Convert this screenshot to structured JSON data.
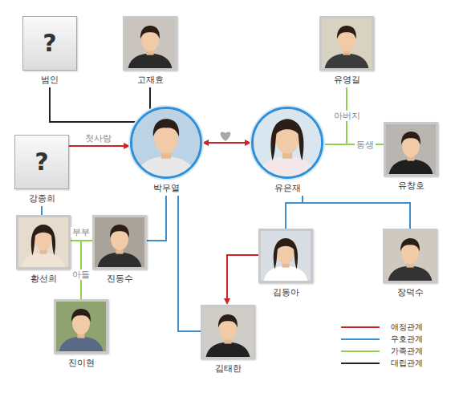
{
  "diagram": {
    "nodes": [
      {
        "text": [
          "?",
          "범인"
        ]
      },
      {
        "text": [
          "고재효"
        ]
      },
      {
        "text": [
          "유영길"
        ]
      },
      {
        "text": [
          "?",
          "강종희"
        ]
      },
      {
        "text": [
          "박무열"
        ]
      },
      {
        "text": [
          "유은재"
        ]
      },
      {
        "text": [
          "유창호"
        ]
      },
      {
        "text": [
          "황선희"
        ]
      },
      {
        "text": [
          "진동수"
        ]
      },
      {
        "text": [
          "김동아"
        ]
      },
      {
        "text": [
          "장덕수"
        ]
      },
      {
        "text": [
          "진이현"
        ]
      },
      {
        "text": [
          "김태한"
        ]
      }
    ],
    "edges": [
      {
        "from": 0,
        "to": 4,
        "arrow": "none"
      },
      {
        "from": 1,
        "to": 4,
        "arrow": "none"
      },
      {
        "from": 3,
        "to": 4,
        "label": "첫사랑",
        "arrow": "to"
      },
      {
        "from": 4,
        "to": 5,
        "arrow": "both"
      },
      {
        "from": 2,
        "to": 5,
        "label": "아버지",
        "arrow": "none"
      },
      {
        "from": 5,
        "to": 6,
        "label": "동생",
        "arrow": "none"
      },
      {
        "from": 3,
        "to": 7,
        "arrow": "none"
      },
      {
        "from": 7,
        "to": 8,
        "label": "부부",
        "arrow": "none"
      },
      {
        "from": 7,
        "to": 11,
        "label": "아들",
        "arrow": "none"
      },
      {
        "from": 8,
        "to": 11,
        "arrow": "none"
      },
      {
        "from": 4,
        "to": 8,
        "arrow": "none"
      },
      {
        "from": 4,
        "to": 12,
        "arrow": "none"
      },
      {
        "from": 5,
        "to": 9,
        "arrow": "none"
      },
      {
        "from": 5,
        "to": 10,
        "arrow": "none"
      },
      {
        "from": 9,
        "to": 12,
        "arrow": "to"
      }
    ],
    "legend": [
      {
        "text": "애정관계"
      },
      {
        "text": "우호관계"
      },
      {
        "text": "가족관계"
      },
      {
        "text": "대립관계"
      }
    ]
  }
}
